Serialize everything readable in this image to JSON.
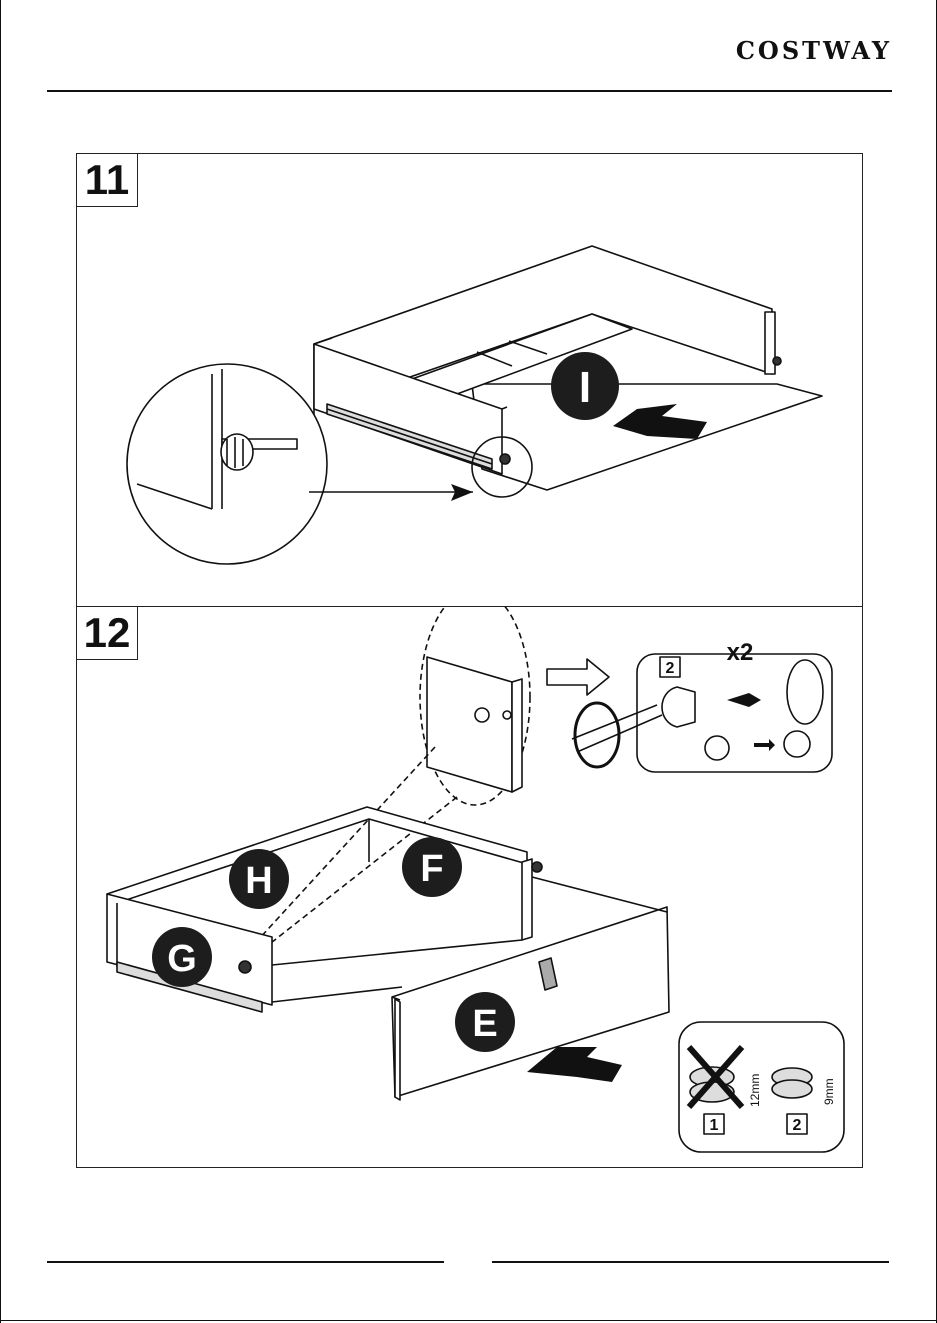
{
  "header": {
    "brand": "COSTWAY"
  },
  "steps": [
    {
      "number": "11",
      "part_labels": [
        "I"
      ]
    },
    {
      "number": "12",
      "part_labels": [
        "H",
        "F",
        "G",
        "E"
      ],
      "quantity": "x2",
      "detail": {
        "cam_index": "2",
        "wrong_index": "1",
        "right_index": "2",
        "wrong_size": "12mm",
        "right_size": "9mm"
      }
    }
  ]
}
